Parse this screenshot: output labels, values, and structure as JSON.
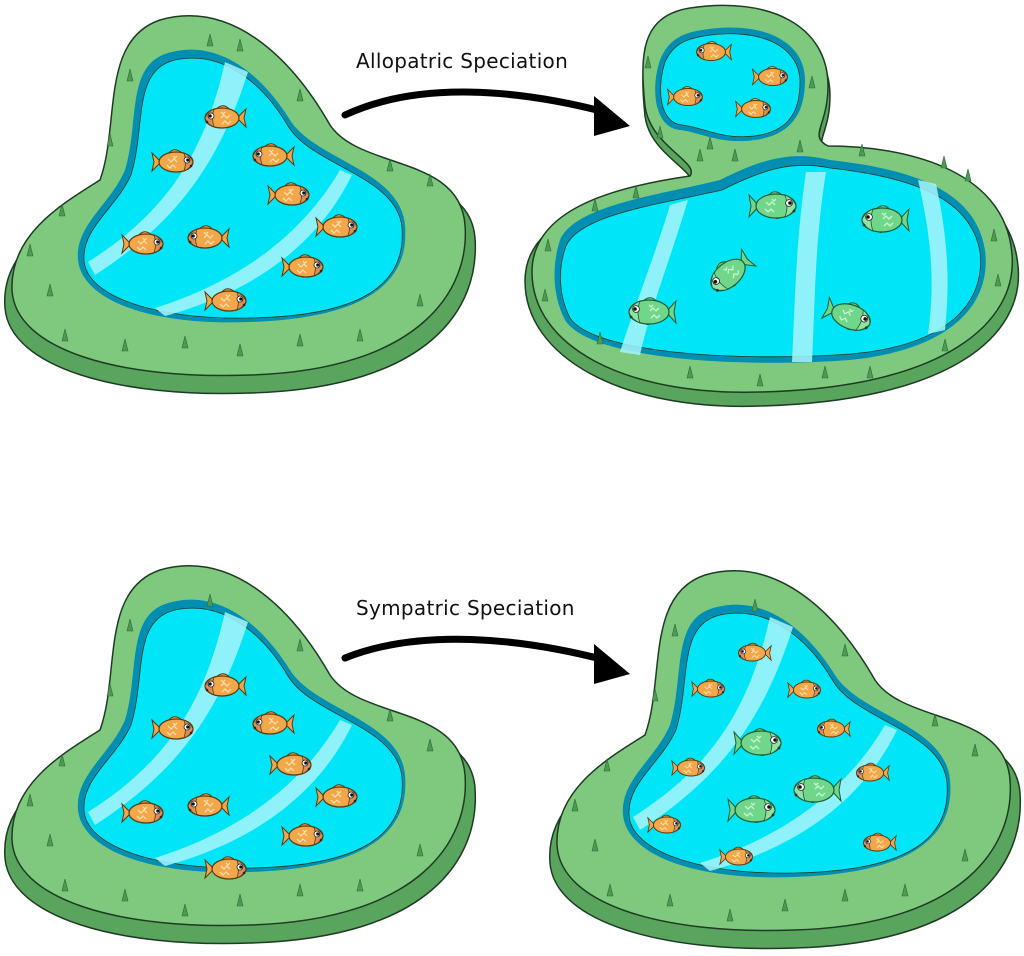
{
  "labels": {
    "allopatric": "Allopatric Speciation",
    "sympatric": "Sympatric Speciation"
  },
  "colors": {
    "grass_top": "#7fc97f",
    "grass_side": "#5aa55e",
    "water": "#00e5f7",
    "water_edge": "#008fb3",
    "water_shine": "#a8f4fb",
    "fish_orange": "#f2a74a",
    "fish_orange_dark": "#c8782a",
    "fish_green": "#6fd68a",
    "fish_green_dark": "#3fa862",
    "arrow": "#000000",
    "outline": "#1e3b23"
  },
  "icons": [
    "pond",
    "fish",
    "grass-tuft",
    "curved-arrow"
  ]
}
